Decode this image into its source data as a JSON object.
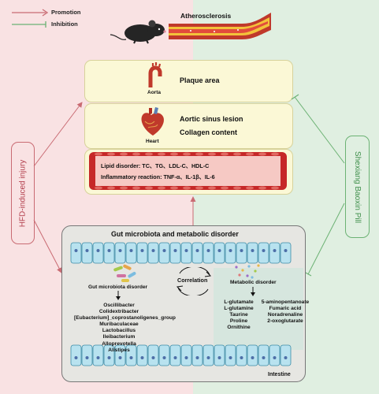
{
  "legend": {
    "promotion": "Promotion",
    "inhibition": "Inhibition"
  },
  "colors": {
    "promotion": "#c96b73",
    "inhibition": "#6cb274"
  },
  "top": {
    "disease": "Atherosclerosis"
  },
  "aorta": {
    "organ": "Aorta",
    "finding": "Plaque area"
  },
  "heart": {
    "organ": "Heart",
    "finding1": "Aortic sinus lesion",
    "finding2": "Collagen content"
  },
  "blood": {
    "lipid": "Lipid disorder: TC、TG、LDL-C、HDL-C",
    "inflam": "Inflammatory reaction: TNF-α、IL-1β、IL-6"
  },
  "left_box": "HFD-induced injury",
  "right_box": "Shexiang Baoxin Pill",
  "gut": {
    "title": "Gut  microbiota and metabolic disorder",
    "microbiota_title": "Gut  microbiota disorder",
    "correlation": "Correlation",
    "metabolic_title": "Metabolic disorder",
    "microbiota_list": [
      "Oscillibacter",
      "Colidextribacter",
      "[Eubacterium]_coprostanoligenes_group",
      "Muribaculaceae",
      "Lactobacillus",
      "Ileibacterium",
      "Alloprevotella",
      "Alistipes"
    ],
    "metab_col1": [
      "L-glutamate",
      "L-glutamine",
      "Taurine",
      "Proline",
      "Ornithine"
    ],
    "metab_col2": [
      "5-aminopentanoate",
      "Fumaric acid",
      "Noradrenaline",
      "2-oxoglutarate"
    ],
    "intestine": "Intestine"
  }
}
